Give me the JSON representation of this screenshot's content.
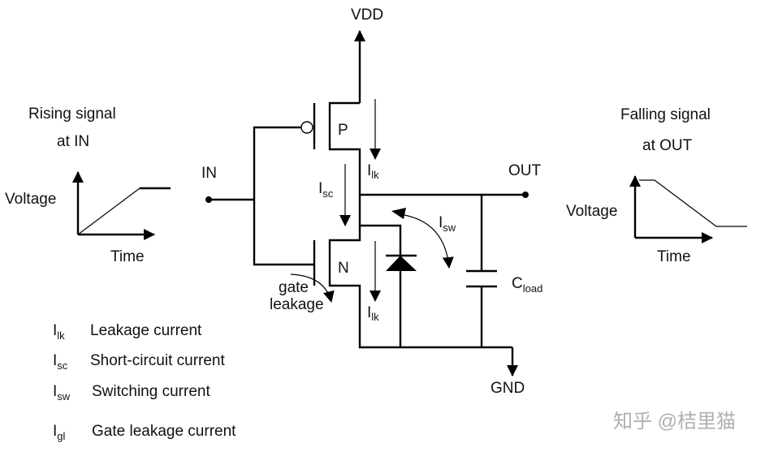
{
  "colors": {
    "line": "#000000",
    "watermark": "#b0b0b0"
  },
  "labels": {
    "vdd": "VDD",
    "gnd": "GND",
    "in": "IN",
    "out": "OUT",
    "pmos": "P",
    "nmos": "N",
    "ilk_main": "I",
    "ilk_sub": "lk",
    "isc_main": "I",
    "isc_sub": "sc",
    "isw_main": "I",
    "isw_sub": "sw",
    "cload_main": "C",
    "cload_sub": "load",
    "gate_leakage_1": "gate",
    "gate_leakage_2": "leakage"
  },
  "input_signal": {
    "title_1": "Rising signal",
    "title_2": "at IN",
    "ylabel": "Voltage",
    "xlabel": "Time"
  },
  "output_signal": {
    "title_1": "Falling signal",
    "title_2": "at OUT",
    "ylabel": "Voltage",
    "xlabel": "Time"
  },
  "legend": [
    {
      "sym": "I",
      "sub": "lk",
      "text": "Leakage current"
    },
    {
      "sym": "I",
      "sub": "sc",
      "text": "Short-circuit current"
    },
    {
      "sym": "I",
      "sub": "sw",
      "text": "Switching current"
    },
    {
      "sym": "I",
      "sub": "gl",
      "text": "Gate leakage current"
    }
  ],
  "watermark": "知乎 @桔里猫"
}
